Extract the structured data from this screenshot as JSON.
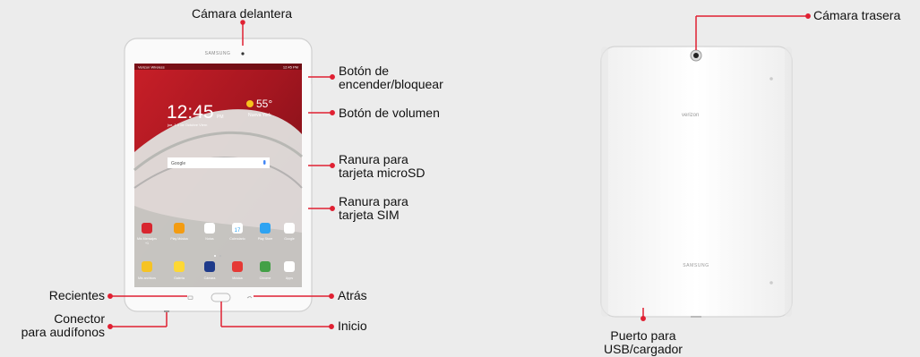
{
  "labels": {
    "front_camera": "Cámara delantera",
    "power_lock_1": "Botón de",
    "power_lock_2": "encender/bloquear",
    "volume": "Botón de volumen",
    "microsd_1": "Ranura para",
    "microsd_2": "tarjeta microSD",
    "sim_1": "Ranura para",
    "sim_2": "tarjeta SIM",
    "recents": "Recientes",
    "headphone_1": "Conector",
    "headphone_2": "para audífonos",
    "back": "Atrás",
    "home": "Inicio",
    "rear_camera": "Cámara trasera",
    "usb_1": "Puerto para",
    "usb_2": "USB/cargador"
  },
  "device": {
    "brand_front": "SAMSUNG",
    "brand_back": "SAMSUNG",
    "carrier_back": "verizon",
    "status_carrier": "Verizon Wireless",
    "status_right": "12:45 PM",
    "clock": "12:45",
    "clock_ampm": "PM",
    "date": "jue, 1 1 de Octubre Viern",
    "weather_temp": "55°",
    "weather_place": "Nueva York",
    "search_brand": "Google",
    "apps_row1": [
      {
        "label": "Mis Mensajes",
        "sub": "+1"
      },
      {
        "label": "Play Música",
        "sub": ""
      },
      {
        "label": "Notas",
        "sub": ""
      },
      {
        "label": "Calendario",
        "sub": ""
      },
      {
        "label": "Play Store",
        "sub": ""
      },
      {
        "label": "Google",
        "sub": ""
      }
    ],
    "calendar_day": "17",
    "apps_row2": [
      {
        "label": "Mis archivos"
      },
      {
        "label": "Galería"
      },
      {
        "label": "Cámara"
      },
      {
        "label": "Música"
      },
      {
        "label": "Chrome"
      },
      {
        "label": "Apps"
      }
    ]
  },
  "colors": {
    "callout_line": "#e02032",
    "callout_dot": "#e02032",
    "background": "#ececec"
  }
}
